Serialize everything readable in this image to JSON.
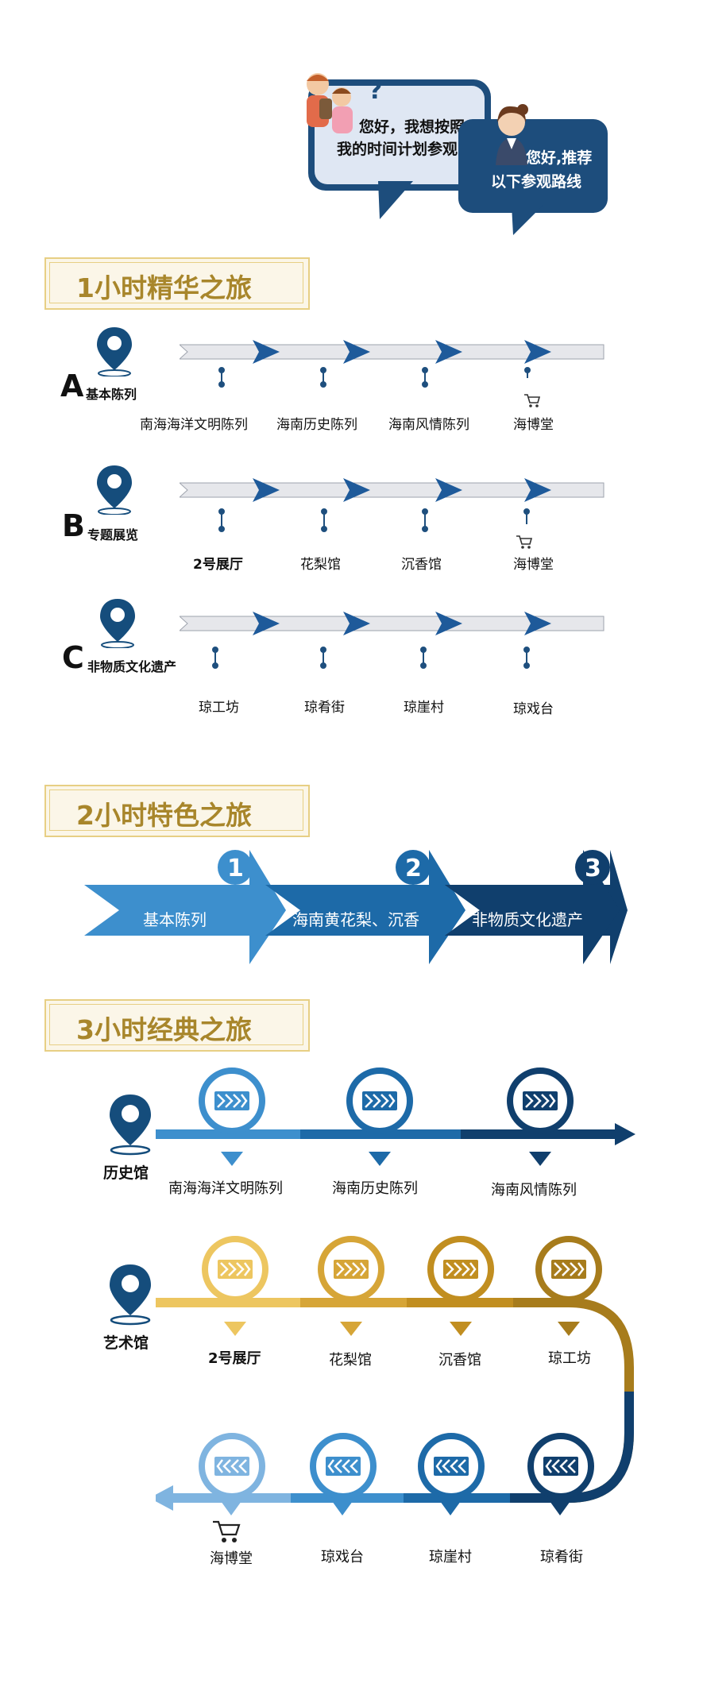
{
  "bubbles": {
    "visitor_line1": "您好，我想按照",
    "visitor_line2": "我的时间计划参观",
    "guide_line1": "您好,推荐",
    "guide_line2": "以下参观路线"
  },
  "sections": {
    "one_hour": "1小时精华之旅",
    "two_hour": "2小时特色之旅",
    "three_hour": "3小时经典之旅"
  },
  "routes_1h": [
    {
      "letter": "A",
      "name": "基本陈列",
      "stops": [
        "南海海洋文明陈列",
        "海南历史陈列",
        "海南风情陈列",
        "海博堂"
      ]
    },
    {
      "letter": "B",
      "name": "专题展览",
      "stops": [
        "2号展厅",
        "花梨馆",
        "沉香馆",
        "海博堂"
      ]
    },
    {
      "letter": "C",
      "name": "非物质文化遗产",
      "stops": [
        "琼工坊",
        "琼肴街",
        "琼崖村",
        "琼戏台"
      ]
    }
  ],
  "routes_2h": [
    {
      "num": "1",
      "label": "基本陈列",
      "color": "#3d8fcd"
    },
    {
      "num": "2",
      "label": "海南黄花梨、沉香",
      "color": "#1d6aa8"
    },
    {
      "num": "3",
      "label": "非物质文化遗产",
      "color": "#103f6d"
    }
  ],
  "routes_3h": {
    "history_label": "历史馆",
    "history_stops": [
      "南海海洋文明陈列",
      "海南历史陈列",
      "海南风情陈列"
    ],
    "art_label": "艺术馆",
    "art_row1": [
      "2号展厅",
      "花梨馆",
      "沉香馆",
      "琼工坊"
    ],
    "art_row2": [
      "海博堂",
      "琼戏台",
      "琼崖村",
      "琼肴街"
    ]
  },
  "colors": {
    "navy": "#1d4d7c",
    "gold": "#a8862b",
    "blue": "#2f7fc0"
  }
}
